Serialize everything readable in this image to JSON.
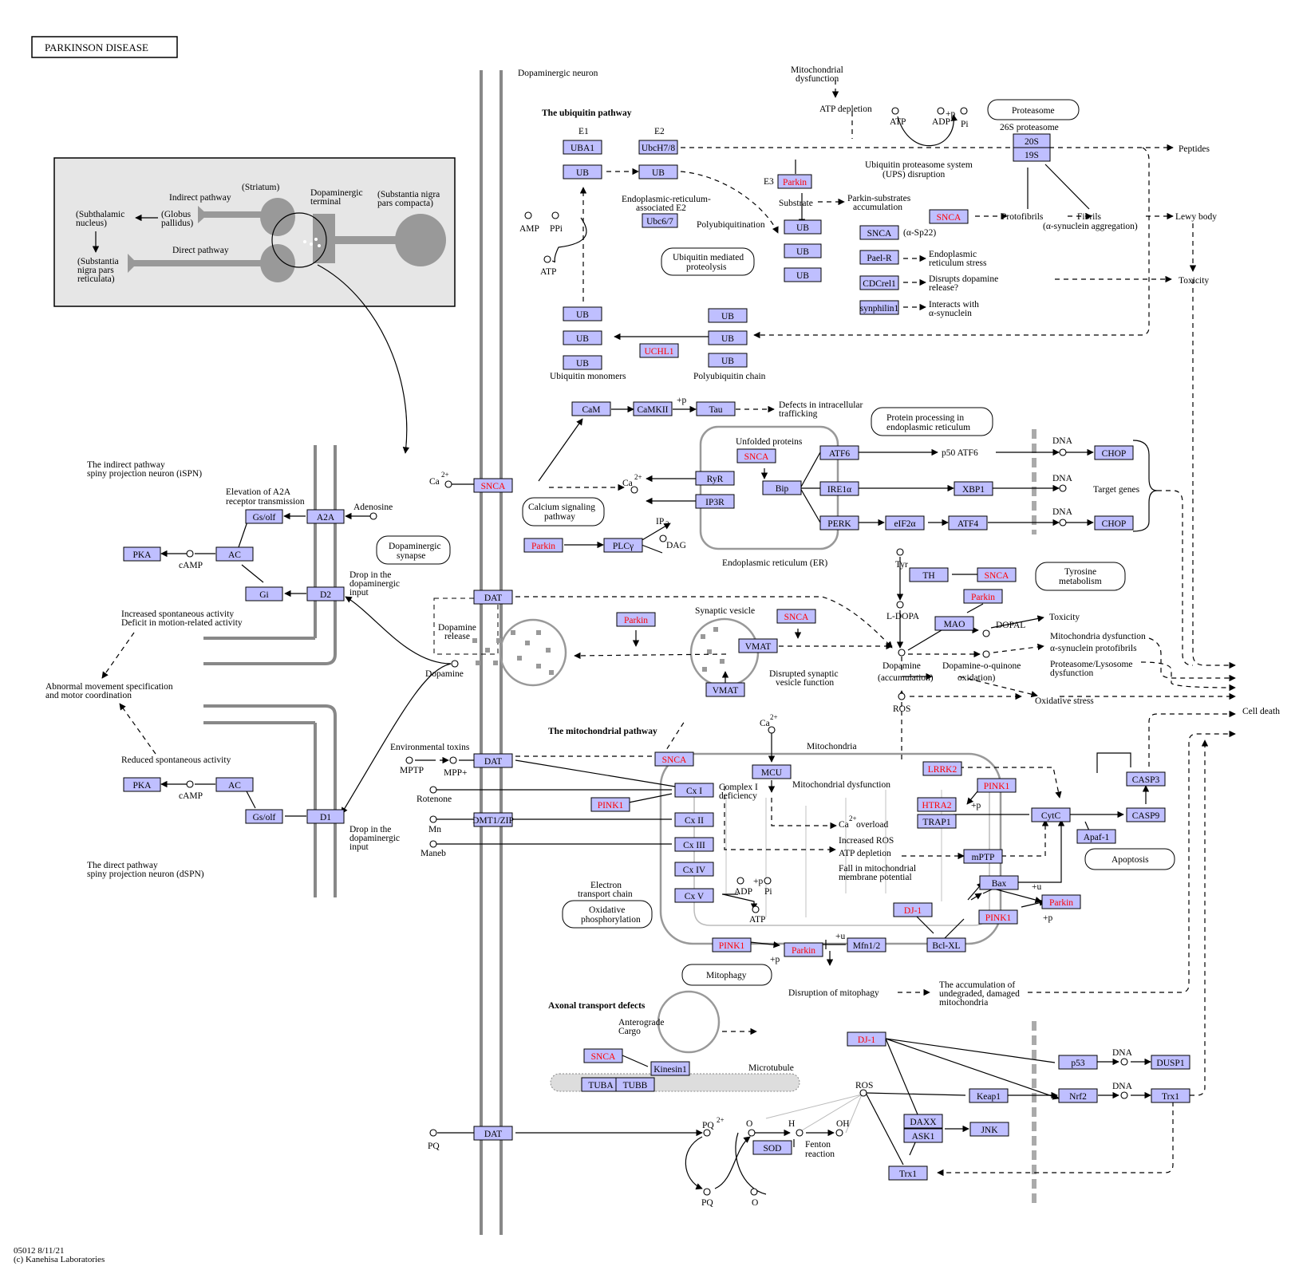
{
  "title": "PARKINSON DISEASE",
  "footer": {
    "code": "05012 8/11/21",
    "copyright": "(c) Kanehisa Laboratories"
  },
  "colors": {
    "gene_fill": "#bfbfff",
    "highlight_text": "#ff0000",
    "membrane": "#888888"
  },
  "genes": [
    {
      "id": "UBA1",
      "label": "UBA1"
    },
    {
      "id": "UB1",
      "label": "UB"
    },
    {
      "id": "UbcH78",
      "label": "UbcH7/8"
    },
    {
      "id": "UB2",
      "label": "UB"
    },
    {
      "id": "Parkin1",
      "label": "Parkin"
    },
    {
      "id": "Ubc67",
      "label": "Ubc6/7"
    },
    {
      "id": "UBc1",
      "label": "UB"
    },
    {
      "id": "UBc2",
      "label": "UB"
    },
    {
      "id": "UBc3",
      "label": "UB"
    },
    {
      "id": "P20S",
      "label": "20S"
    },
    {
      "id": "P19S",
      "label": "19S"
    },
    {
      "id": "SNCA1",
      "label": "SNCA"
    },
    {
      "id": "SNCA2",
      "label": "SNCA"
    },
    {
      "id": "Pael",
      "label": "Pael-R"
    },
    {
      "id": "CDC",
      "label": "CDCrel1"
    },
    {
      "id": "SPH",
      "label": "synphilin1"
    },
    {
      "id": "UBm1",
      "label": "UB"
    },
    {
      "id": "UBm2",
      "label": "UB"
    },
    {
      "id": "UBm3",
      "label": "UB"
    },
    {
      "id": "UCHL1",
      "label": "UCHL1"
    },
    {
      "id": "UBp1",
      "label": "UB"
    },
    {
      "id": "UBp2",
      "label": "UB"
    },
    {
      "id": "UBp3",
      "label": "UB"
    },
    {
      "id": "CaM",
      "label": "CaM"
    },
    {
      "id": "CaMKII",
      "label": "CaMKII"
    },
    {
      "id": "Tau",
      "label": "Tau"
    },
    {
      "id": "SNCA3",
      "label": "SNCA"
    },
    {
      "id": "RyR",
      "label": "RyR"
    },
    {
      "id": "IP3R",
      "label": "IP3R"
    },
    {
      "id": "Parkin2",
      "label": "Parkin"
    },
    {
      "id": "PLCg",
      "label": "PLCγ"
    },
    {
      "id": "SNCA4",
      "label": "SNCA"
    },
    {
      "id": "Bip",
      "label": "Bip"
    },
    {
      "id": "ATF6",
      "label": "ATF6"
    },
    {
      "id": "IRE1",
      "label": "IRE1α"
    },
    {
      "id": "PERK",
      "label": "PERK"
    },
    {
      "id": "eIF2a",
      "label": "eIF2α"
    },
    {
      "id": "ATF4",
      "label": "ATF4"
    },
    {
      "id": "XBP1",
      "label": "XBP1"
    },
    {
      "id": "CHOP1",
      "label": "CHOP"
    },
    {
      "id": "CHOP2",
      "label": "CHOP"
    },
    {
      "id": "GsA",
      "label": "Gs/olf"
    },
    {
      "id": "A2A",
      "label": "A2A"
    },
    {
      "id": "PKA1",
      "label": "PKA"
    },
    {
      "id": "AC1",
      "label": "AC"
    },
    {
      "id": "Gi",
      "label": "Gi"
    },
    {
      "id": "D2",
      "label": "D2"
    },
    {
      "id": "PKA2",
      "label": "PKA"
    },
    {
      "id": "AC2",
      "label": "AC"
    },
    {
      "id": "GsB",
      "label": "Gs/olf"
    },
    {
      "id": "D1",
      "label": "D1"
    },
    {
      "id": "DAT1",
      "label": "DAT"
    },
    {
      "id": "DAT2",
      "label": "DAT"
    },
    {
      "id": "DAT3",
      "label": "DAT"
    },
    {
      "id": "DMT1",
      "label": "DMT1/ZIP"
    },
    {
      "id": "TH",
      "label": "TH"
    },
    {
      "id": "SNCA5",
      "label": "SNCA"
    },
    {
      "id": "Parkin3",
      "label": "Parkin"
    },
    {
      "id": "MAO",
      "label": "MAO"
    },
    {
      "id": "Parkin4",
      "label": "Parkin"
    },
    {
      "id": "SNCA6",
      "label": "SNCA"
    },
    {
      "id": "VMAT1",
      "label": "VMAT"
    },
    {
      "id": "VMAT2",
      "label": "VMAT"
    },
    {
      "id": "SNCA7",
      "label": "SNCA"
    },
    {
      "id": "MCU",
      "label": "MCU"
    },
    {
      "id": "LRRK2",
      "label": "LRRK2"
    },
    {
      "id": "PINK1a",
      "label": "PINK1"
    },
    {
      "id": "HTRA2",
      "label": "HTRA2"
    },
    {
      "id": "TRAP1",
      "label": "TRAP1"
    },
    {
      "id": "CytC",
      "label": "CytC"
    },
    {
      "id": "CASP3",
      "label": "CASP3"
    },
    {
      "id": "CASP9",
      "label": "CASP9"
    },
    {
      "id": "Apaf1",
      "label": "Apaf-1"
    },
    {
      "id": "CxI",
      "label": "Cx I"
    },
    {
      "id": "PINK1b",
      "label": "PINK1"
    },
    {
      "id": "CxII",
      "label": "Cx II"
    },
    {
      "id": "CxIII",
      "label": "Cx III"
    },
    {
      "id": "CxIV",
      "label": "Cx IV"
    },
    {
      "id": "CxV",
      "label": "Cx V"
    },
    {
      "id": "mPTP",
      "label": "mPTP"
    },
    {
      "id": "Bax",
      "label": "Bax"
    },
    {
      "id": "Parkin5",
      "label": "Parkin"
    },
    {
      "id": "DJ1a",
      "label": "DJ-1"
    },
    {
      "id": "PINK1c",
      "label": "PINK1"
    },
    {
      "id": "PINK1d",
      "label": "PINK1"
    },
    {
      "id": "Parkin6",
      "label": "Parkin"
    },
    {
      "id": "Mfn",
      "label": "Mfn1/2"
    },
    {
      "id": "BclXL",
      "label": "Bcl-XL"
    },
    {
      "id": "SNCA8",
      "label": "SNCA"
    },
    {
      "id": "Kinesin",
      "label": "Kinesin1"
    },
    {
      "id": "TUBA",
      "label": "TUBA"
    },
    {
      "id": "TUBB",
      "label": "TUBB"
    },
    {
      "id": "DJ1b",
      "label": "DJ-1"
    },
    {
      "id": "p53",
      "label": "p53"
    },
    {
      "id": "DUSP1",
      "label": "DUSP1"
    },
    {
      "id": "Keap1",
      "label": "Keap1"
    },
    {
      "id": "Nrf2",
      "label": "Nrf2"
    },
    {
      "id": "Trx1a",
      "label": "Trx1"
    },
    {
      "id": "DAXX",
      "label": "DAXX"
    },
    {
      "id": "ASK1",
      "label": "ASK1"
    },
    {
      "id": "JNK",
      "label": "JNK"
    },
    {
      "id": "Trx1b",
      "label": "Trx1"
    },
    {
      "id": "SOD",
      "label": "SOD"
    }
  ],
  "labels": {
    "dopaminergic_neuron": "Dopaminergic neuron",
    "ubiquitin_pathway": "The ubiquitin pathway",
    "e1": "E1",
    "e2": "E2",
    "e3": "E3",
    "mito_dysfunction_top": "Mitochondrial",
    "mito_dysfunction_top2": "dysfunction",
    "atp_depletion": "ATP depletion",
    "atp": "ATP",
    "adp": "ADP",
    "pi": "Pi",
    "proteasome": "Proteasome",
    "proteasome26s": "26S proteasome",
    "peptides": "Peptides",
    "ups1": "Ubiquitin proteasome system",
    "ups2": "(UPS) disruption",
    "substrate": "Substrate",
    "parkin_sub1": "Parkin-substrates",
    "parkin_sub2": "accumulation",
    "er_e2_1": "Endoplasmic-reticulum-",
    "er_e2_2": "associated E2",
    "amp": "AMP",
    "ppi": "PPi",
    "atp2": "ATP",
    "polyub": "Polyubiquitination",
    "ump1": "Ubiquitin mediated",
    "ump2": "proteolysis",
    "asp22": "(α-Sp22)",
    "protofibrils": "Protofibrils",
    "fibrils": "Fibrils",
    "syn_agg": "(α-synuclein aggregation)",
    "lewy": "Lewy body",
    "toxicity": "Toxicity",
    "er_stress1": "Endoplasmic",
    "er_stress2": "reticulum stress",
    "disrupt_da1": "Disrupts dopamine",
    "disrupt_da2": "release?",
    "interacts1": "Interacts with",
    "interacts2": "α-synuclein",
    "ub_monomers": "Ubiquitin monomers",
    "polyub_chain": "Polyubiquitin chain",
    "defects1": "Defects in intracellular",
    "defects2": "trafficking",
    "pp1": "Protein processing in",
    "pp2": "endoplasmic reticulum",
    "plusp": "+p",
    "unfolded": "Unfolded proteins",
    "dna": "DNA",
    "p50": "p50 ATF6",
    "target_genes": "Target genes",
    "er": "Endoplasmic reticulum (ER)",
    "ca": "Ca",
    "ca_sup": "2+",
    "cs1": "Calcium signaling",
    "cs2": "pathway",
    "ip3": "IP",
    "ip3_sub": "3",
    "dag": "DAG",
    "indirect_title1": "The indirect pathway",
    "indirect_title2": "spiny projection neuron (iSPN)",
    "a2a1": "Elevation of A2A",
    "a2a2": "receptor transmission",
    "adenosine": "Adenosine",
    "camp": "cAMP",
    "ds1": "Dopaminergic",
    "ds2": "synapse",
    "drop1": "Drop in the",
    "drop2": "dopaminergic",
    "drop3": "input",
    "incr1": "Increased spontaneous activity",
    "incr2": "Deficit in motion-related activity",
    "abn1": "Abnormal movement specification",
    "abn2": "and motor coordination",
    "reduced": "Reduced spontaneous activity",
    "direct_title1": "The direct pathway",
    "direct_title2": "spiny projection neuron (dSPN)",
    "tyr": "Tyr",
    "ldopa": "L-DOPA",
    "dopal": "DOPAL",
    "toxicity2": "Toxicity",
    "da_release1": "Dopamine",
    "da_release2": "release",
    "dopamine": "Dopamine",
    "syn_vesicle": "Synaptic vesicle",
    "dsv1": "Disrupted synaptic",
    "dsv2": "vesicle function",
    "da_acc1": "Dopamine",
    "da_acc2": "(accumulation)",
    "daq1": "Dopamine-o-quinone",
    "daq2": "oxidation)",
    "tyr_met1": "Tyrosine",
    "tyr_met2": "metabolism",
    "md1": "Mitochondria dysfunction",
    "md2": "α-synuclein protofibrils",
    "pl1": "Proteasome/Lysosome",
    "pl2": "dysfunction",
    "ros": "ROS",
    "oxstress": "Oxidative stress",
    "cell_death": "Cell death",
    "mito_pathway": "The mitochondrial pathway",
    "mitochondria": "Mitochondria",
    "env1": "Environmental toxins",
    "mptp": "MPTP",
    "mppp": "MPP+",
    "rotenone": "Rotenone",
    "mn": "Mn",
    "maneb": "Maneb",
    "complex1a": "Complex I",
    "complex1b": "deficiency",
    "mito_dys": "Mitochondrial dysfunction",
    "overload": "overload",
    "incros": "Increased ROS",
    "atpdep": "ATP depletion",
    "fall1": "Fall in mitochondrial",
    "fall2": "membrane potential",
    "etc1": "Electron",
    "etc2": "transport chain",
    "ox1": "Oxidative",
    "ox2": "phosphorylation",
    "apoptosis": "Apoptosis",
    "plusu": "+u",
    "mitophagy": "Mitophagy",
    "dis_mito": "Disruption of mitophagy",
    "acc1": "The accumulation of",
    "acc2": "undegraded, damaged",
    "acc3": "mitochondria",
    "axonal": "Axonal transport defects",
    "antero1": "Anterograde",
    "antero2": "Cargo",
    "microtubule": "Microtubule",
    "pq": "PQ",
    "o2": "O",
    "h2o2": "H",
    "oh": "OH",
    "fenton1": "Fenton",
    "fenton2": "reaction",
    "striatum": "(Striatum)",
    "indirect": "Indirect pathway",
    "direct": "Direct pathway",
    "da_terminal1": "Dopaminergic",
    "da_terminal2": "terminal",
    "snpc1": "(Substantia nigra",
    "snpc2": "pars compacta)",
    "stn1": "(Subthalamic",
    "stn2": "nucleus)",
    "gp1": "(Globus",
    "gp2": "pallidus)",
    "snpr1": "(Substantia",
    "snpr2": "nigra pars",
    "snpr3": "reticulata)"
  }
}
